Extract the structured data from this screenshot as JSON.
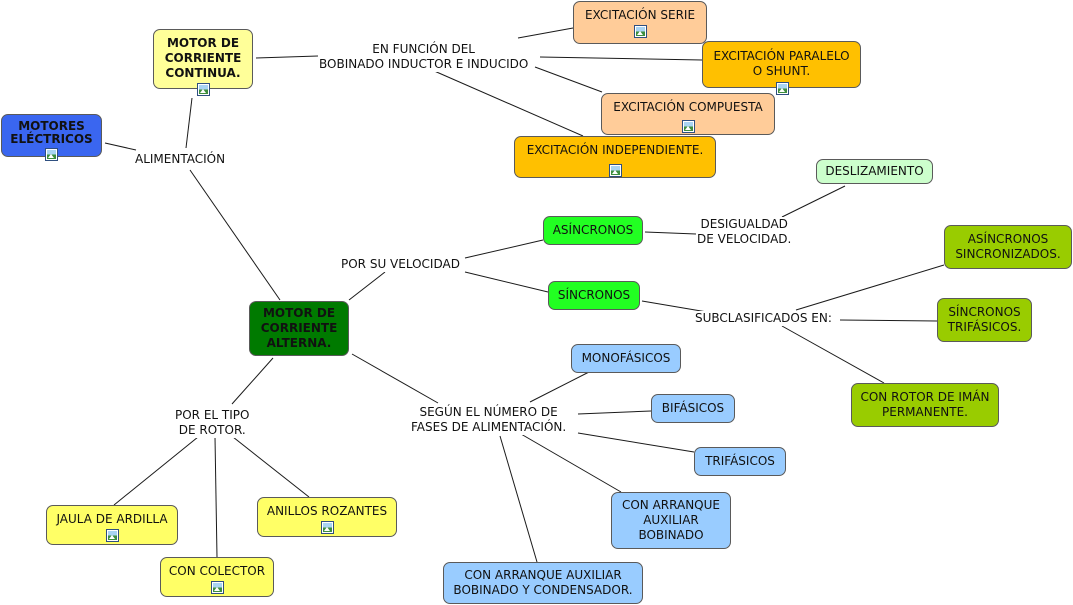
{
  "title": "",
  "nodes": {
    "motores": "MOTORES\nELÉCTRICOS",
    "continua": "MOTOR DE\nCORRIENTE\nCONTINUA.",
    "alterna": "MOTOR DE\nCORRIENTE\nALTERNA.",
    "exc_serie": "EXCITACIÓN SERIE",
    "exc_paralelo": "EXCITACIÓN PARALELO\nO SHUNT.",
    "exc_compuesta": "EXCITACIÓN COMPUESTA",
    "exc_independiente": "EXCITACIÓN INDEPENDIENTE.",
    "asincronos": "ASÍNCRONOS",
    "sincronos": "SÍNCRONOS",
    "deslizamiento": "DESLIZAMIENTO",
    "asinc_sincronizados": "ASÍNCRONOS\nSINCRONIZADOS.",
    "sinc_trifasicos": "SÍNCRONOS\nTRIFÁSICOS.",
    "rotor_iman": "CON ROTOR DE IMÁN\nPERMANENTE.",
    "monofasicos": "MONOFÁSICOS",
    "bifasicos": "BIFÁSICOS",
    "trifasicos": "TRIFÁSICOS",
    "arranque_bobinado": "CON ARRANQUE\nAUXILIAR\nBOBINADO",
    "arranque_condensador": "CON ARRANQUE AUXILIAR\nBOBINADO Y CONDENSADOR.",
    "jaula": "JAULA DE ARDILLA",
    "colector": "CON COLECTOR",
    "anillos": "ANILLOS ROZANTES"
  },
  "linking_phrases": {
    "alimentacion": "ALIMENTACIÓN",
    "funcion_bobinado": "EN FUNCIÓN DEL\nBOBINADO INDUCTOR E INDUCIDO",
    "por_velocidad": "POR SU VELOCIDAD",
    "desigualdad": "DESIGUALDAD\nDE VELOCIDAD.",
    "subclasificados": "SUBCLASIFICADOS EN:",
    "numero_fases": "SEGÚN EL NÚMERO DE\nFASES DE ALIMENTACIÓN.",
    "tipo_rotor": "POR EL TIPO\nDE ROTOR."
  },
  "icons": {
    "attached_resource": "image-resource-icon"
  },
  "colors": {
    "motores": "#3a66f0",
    "continua": "#ffff99",
    "alterna": "#007a00",
    "excitacion_light": "#ffcc99",
    "excitacion_dark": "#ffc000",
    "velocidad": "#22ff22",
    "deslizamiento": "#ccffcc",
    "sincronos_sub": "#99cc00",
    "fases": "#99ccff",
    "rotor": "#ffff66",
    "connector": "#1a1a1a"
  }
}
